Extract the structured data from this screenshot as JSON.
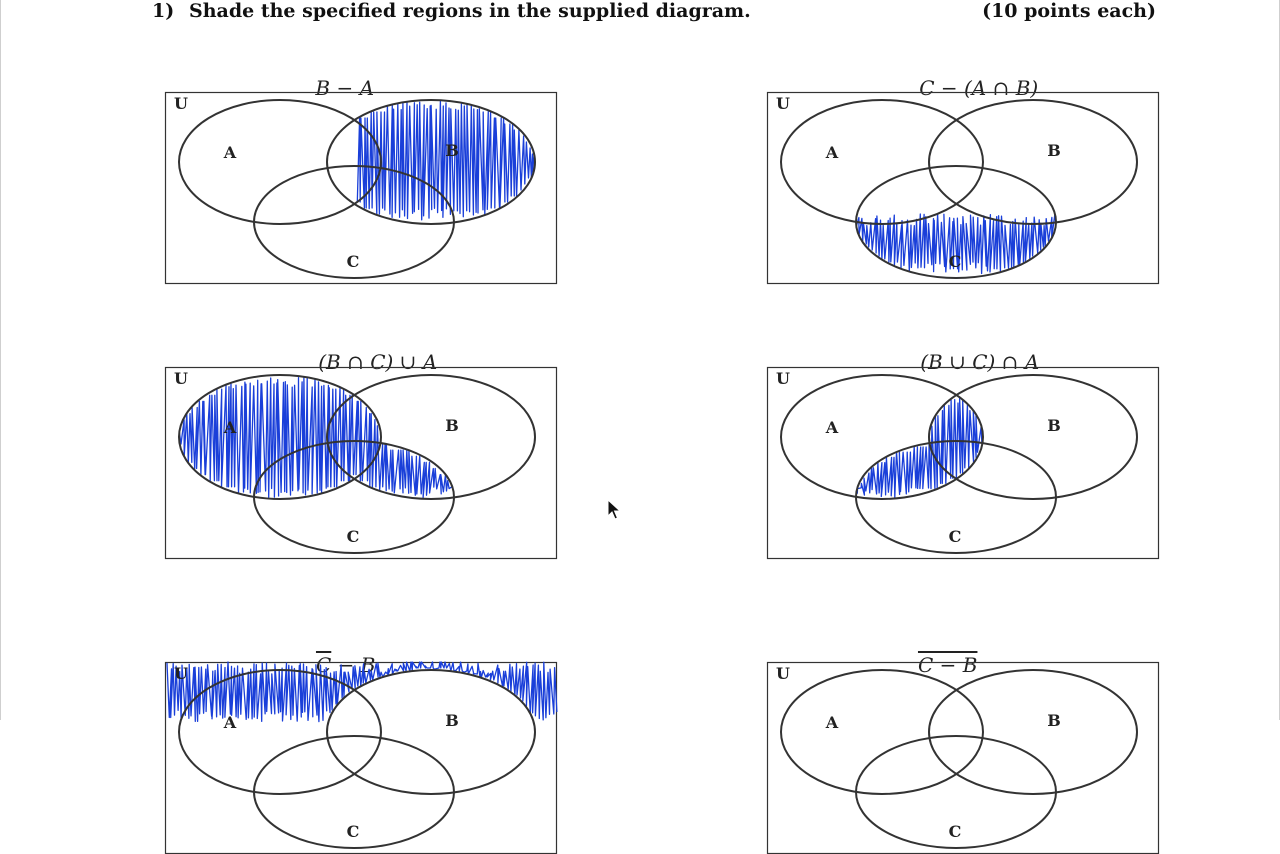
{
  "heading": {
    "number": "1)",
    "instruction": "Shade the specified regions in the supplied diagram.",
    "points": "(10 points each)"
  },
  "universe_label": "U",
  "set_labels": {
    "a": "A",
    "b": "B",
    "c": "C"
  },
  "problems": [
    {
      "expression": "B − A"
    },
    {
      "expression": "C − (A ∩ B)"
    },
    {
      "expression": "(B ∩ C) ∪ A"
    },
    {
      "expression": "(B ∪ C) ∩ A"
    },
    {
      "expression_base": "C",
      "expression_rest": " − B",
      "overline": "part"
    },
    {
      "expression": "C − B",
      "overline": "full"
    }
  ],
  "colors": {
    "ink": "#333333",
    "shading": "#1a3fd9"
  }
}
